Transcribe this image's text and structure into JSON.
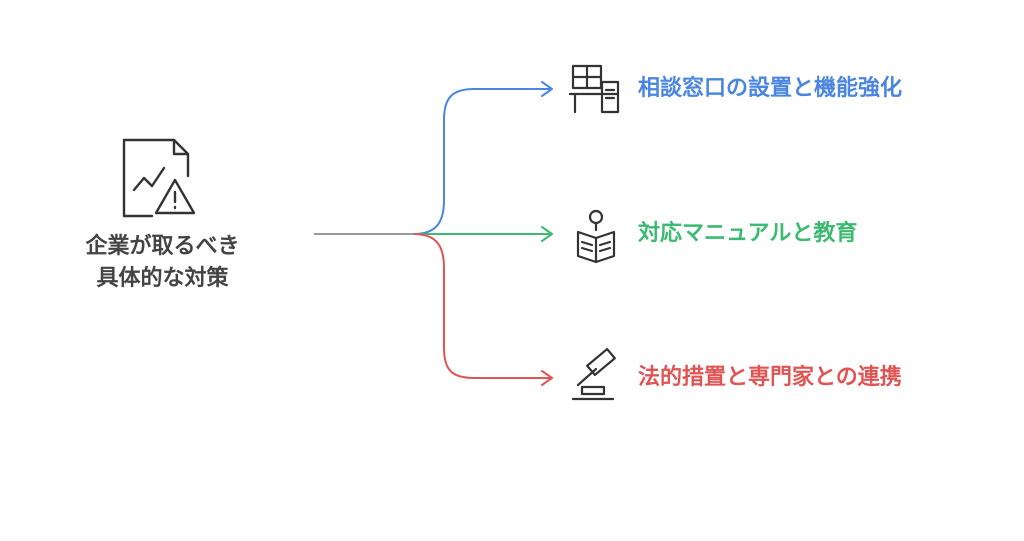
{
  "root": {
    "label_lines": [
      "企業が取るべき",
      "具体的な対策"
    ],
    "icon": "document-warning-icon"
  },
  "branches": [
    {
      "label": "相談窓口の設置と機能強化",
      "icon": "reception-desk-icon",
      "color": "#4a86e0"
    },
    {
      "label": "対応マニュアルと教育",
      "icon": "person-reading-icon",
      "color": "#3dba72"
    },
    {
      "label": "法的措置と専門家との連携",
      "icon": "gavel-icon",
      "color": "#e05554"
    }
  ],
  "colors": {
    "trunk": "#999999",
    "text": "#444444",
    "icon_stroke": "#333333"
  }
}
